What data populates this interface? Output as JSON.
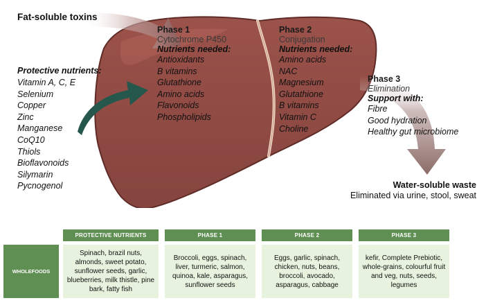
{
  "input": {
    "title": "Fat-soluble toxins"
  },
  "protective": {
    "title": "Protective nutrients:",
    "items": [
      "Vitamin A, C, E",
      "Selenium",
      "Copper",
      "Zinc",
      "Manganese",
      "CoQ10",
      "Thiols",
      "Bioflavonoids",
      "Silymarin",
      "Pycnogenol"
    ]
  },
  "phase1": {
    "title": "Phase 1",
    "subtitle": "Cytochrome P450",
    "needed_label": "Nutrients needed:",
    "items": [
      "Antioxidants",
      "B vitamins",
      "Glutathione",
      "Amino acids",
      "Flavonoids",
      "Phospholipids"
    ]
  },
  "phase2": {
    "title": "Phase 2",
    "subtitle": "Conjugation",
    "needed_label": "Nutrients needed:",
    "items": [
      "Amino acids",
      "NAC",
      "Magnesium",
      "Glutathione",
      "B vitamins",
      "Vitamin C",
      "Choline"
    ]
  },
  "phase3": {
    "title": "Phase 3",
    "subtitle": "Elimination",
    "support_label": "Support with:",
    "items": [
      "Fibre",
      "Good hydration",
      "Healthy gut microbiome"
    ]
  },
  "output": {
    "title": "Water-soluble waste",
    "subtitle": "Eliminated via urine, stool, sweat"
  },
  "table": {
    "row_label": "WHOLEFOODS",
    "headers": [
      "PROTECTIVE NUTRIENTS",
      "PHASE 1",
      "PHASE 2",
      "PHASE 3"
    ],
    "cells": [
      "Spinach, brazil nuts, almonds, sweet potato, sunflower seeds, garlic, blueberries, milk thistle, pine bark, fatty fish",
      "Broccoli, eggs, spinach, liver, turmeric, salmon, quinoa, kale, asparagus, sunflower seeds",
      "Eggs, garlic, spinach, chicken, nuts, beans, broccoli, avocado, asparagus, cabbage",
      "kefir, Complete Prebiotic, whole-grains, colourful fruit and veg, nuts, seeds, legumes"
    ]
  },
  "colors": {
    "liver": "#8e4a43",
    "liver_light": "#a65a51",
    "arrow_top": "#8a5b59",
    "arrow_green": "#26574d",
    "arrow_phase3": "#8a6a66",
    "header_green": "#5f8f52",
    "cell_green": "#e8f3df"
  }
}
